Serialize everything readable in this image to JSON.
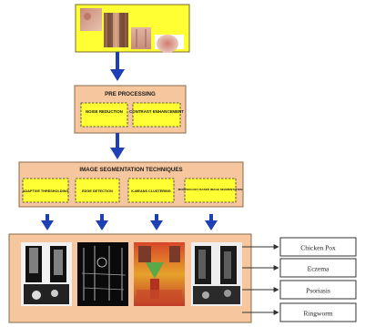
{
  "colors": {
    "box_fill": "#f6c79e",
    "box_stroke": "#8a6a4a",
    "input_fill": "#ffff33",
    "sub_fill": "#ffff33",
    "arrow": "#1f3fb4",
    "output_fill": "#ffffff",
    "output_stroke": "#333333"
  },
  "input": {
    "name": "input-images",
    "image_icons": [
      "skin-thumbnail",
      "skin-thumbnail",
      "skin-thumbnail",
      "skin-thumbnail"
    ]
  },
  "preprocessing": {
    "title": "PRE PROCESSING",
    "steps": [
      "NOISE REDUCTION",
      "CONTRAST ENHANCEMENT"
    ]
  },
  "segmentation": {
    "title": "IMAGE SEGMENTATION TECHNIQUES",
    "methods": [
      "ADAPTIVE THRESHOLDING",
      "EDGE DETECTION",
      "K-MEANS CLUSTERING",
      "MORPHOLOGY BASED IMAGE SEGMENTATION"
    ]
  },
  "results": {
    "image_icons": [
      "bw-segmentation",
      "edge-segmentation",
      "kmeans-segmentation",
      "morphology-segmentation"
    ]
  },
  "outputs": [
    "Chicken Pox",
    "Eczema",
    "Psoriasis",
    "Ringworm"
  ]
}
